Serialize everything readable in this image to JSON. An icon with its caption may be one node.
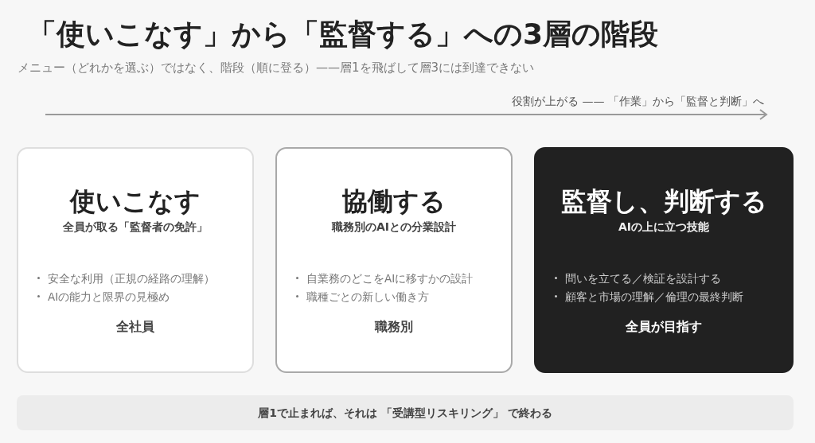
{
  "diagram": {
    "title": "「使いこなす」から「監督する」への3層の階段",
    "nodes": [
      {
        "text": [
          "使いこなす",
          "全員が取る「監督者の免許」",
          "安全な利用（正規の経路の理解）",
          "AIの能力と限界の見極め",
          "全社員"
        ]
      },
      {
        "text": [
          "協働する",
          "職務別のAIとの分業設計",
          "自業務のどこをAIに移すかの設計",
          "職種ごとの新しい働き方",
          "職務別"
        ]
      },
      {
        "text": [
          "監督し、判断する",
          "AIの上に立つ技能",
          "問いを立てる／検証を設計する",
          "顧客と市場の理解／倫理の最終判断",
          "全員が目指す"
        ]
      },
      {
        "text": [
          "層1で止まれば、それは 「受講型リスキリング」 で終わる"
        ]
      }
    ],
    "labels": [
      "メニュー（どれかを選ぶ）ではなく、階段（順に登る）——層1を飛ばして層3には到達できない",
      "役割が上がる —— 「作業」から「監督と判断」へ"
    ]
  }
}
